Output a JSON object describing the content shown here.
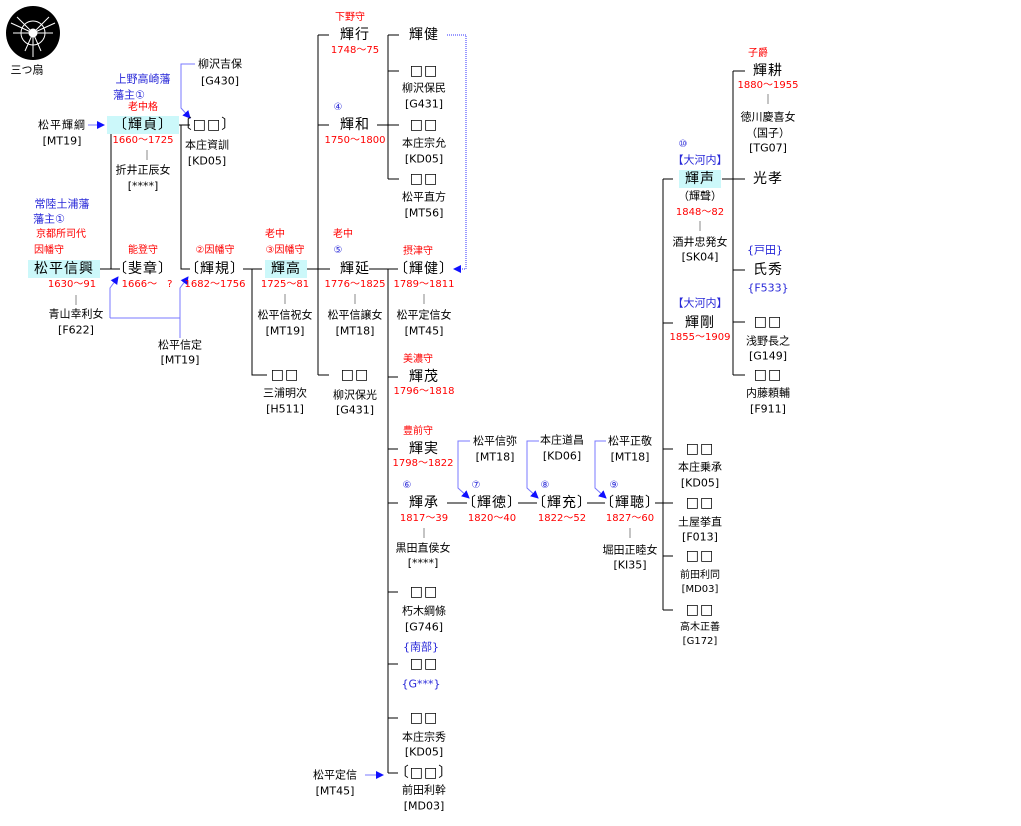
{
  "crest": {
    "icon": "mitsu-ougi-crest-icon",
    "label": "三つ扇"
  },
  "labels": {
    "a1n": "松平輝綱",
    "a1c": "[MT19]",
    "tsd_dom1": "上野高崎藩",
    "tsd_dom2": "藩主①",
    "tsd_t": "老中格",
    "tsd_n": "〔輝貞〕",
    "tsd_y": "1660～1725",
    "tsd_s": "折井正辰女",
    "tsd_c": "[****]",
    "sg_n": "〔□□〕",
    "sg_s": "本庄資訓",
    "sg_c": "[KD05]",
    "yy_n": "柳沢吉保",
    "yy_c": "[G430]",
    "nob_d1": "常陸土浦藩",
    "nob_d2": "藩主①",
    "nob_t1": "京都所司代",
    "nob_t2": "因幡守",
    "nob_n": "松平信興",
    "nob_y": "1630～91",
    "nob_s": "青山幸利女",
    "nob_c": "[F622]",
    "hs_t": "能登守",
    "hs_n": "〔斐章〕",
    "hs_y": "1666～　?",
    "tn_t": "②因幡守",
    "tn_n": "〔輝規〕",
    "tn_y": "1682～1756",
    "ns_n": "松平信定",
    "ns_c": "[MT19]",
    "tt_t1": "老中",
    "tt_t2": "③因幡守",
    "tt_n": "輝高",
    "tt_y": "1725～81",
    "tt_s": "松平信祝女",
    "tt_c": "[MT19]",
    "ma_n": "□□",
    "ma_s": "三浦明次",
    "ma_c": "[H511]",
    "ty_t": "下野守",
    "ty_n": "輝行",
    "ty_y": "1748～75",
    "tk_no": "④",
    "tk_n": "輝和",
    "tk_y": "1750～1800",
    "tnb_t1": "老中",
    "tnb_no": "⑤",
    "tnb_n": "輝延",
    "tnb_y": "1776～1825",
    "tnb_s": "松平信譲女",
    "tnb_c": "[MT18]",
    "ym_n": "□□",
    "ym_s": "柳沢保光",
    "ym_c": "[G431]",
    "tken_n": "輝健",
    "yt_n": "□□",
    "yt_s": "柳沢保民",
    "yt_c": "[G431]",
    "hm_n": "□□",
    "hm_s": "本庄宗允",
    "hm_c": "[KD05]",
    "mn_n": "□□",
    "mn_s": "松平直方",
    "mn_c": "[MT56]",
    "tk2_t": "摂津守",
    "tk2_n": "〔輝健〕",
    "tk2_y": "1789～1811",
    "tk2_s": "松平定信女",
    "tk2_c": "[MT45]",
    "tm_t": "美濃守",
    "tm_n": "輝茂",
    "tm_y": "1796～1818",
    "tz_t": "豊前守",
    "tz_n": "輝実",
    "tz_y": "1798～1822",
    "tj_no": "⑥",
    "tj_n": "輝承",
    "tj_y": "1817～39",
    "tj_s": "黒田直侯女",
    "tj_c": "[****]",
    "kk_n": "□□",
    "kk_s": "朽木綱條",
    "kk_c": "[G746]",
    "nb_b": "{南部}",
    "nb_n": "□□",
    "nb_c": "{G***}",
    "hs2_n": "□□",
    "hs2_s": "本庄宗秀",
    "hs2_c": "[KD05]",
    "mt_n": "〔□□〕",
    "mt_s": "前田利幹",
    "mt_c": "[MD03]",
    "sd_n": "松平定信",
    "sd_c": "[MT45]",
    "nm_n": "松平信弥",
    "nm_c": "[MT18]",
    "t7_no": "⑦",
    "t7_n": "〔輝徳〕",
    "t7_y": "1820～40",
    "dm_n": "本庄道昌",
    "dm_c": "[KD06]",
    "t8_no": "⑧",
    "t8_n": "〔輝充〕",
    "t8_y": "1822～52",
    "mk_n": "松平正敬",
    "mk_c": "[MT18]",
    "t9_no": "⑨",
    "t9_n": "〔輝聴〕",
    "t9_y": "1827～60",
    "t9_s": "堀田正睦女",
    "t9_c": "[KI35]",
    "t10_no": "⑩",
    "t10_b": "【大河内】",
    "t10_n": "輝声",
    "t10_alt": "（輝聲）",
    "t10_y": "1848～82",
    "t10_s": "酒井忠発女",
    "t10_c": "[SK04]",
    "tg_b": "【大河内】",
    "tg_n": "輝剛",
    "tg_y": "1855～1909",
    "hj_n": "□□",
    "hj_s": "本庄乗承",
    "hj_c": "[KD05]",
    "tc_n": "□□",
    "tc_s": "土屋挙直",
    "tc_c": "[F013]",
    "md_n": "□□",
    "md_s": "前田利同",
    "md_c": "[MD03]",
    "tki_n": "□□",
    "tki_s": "高木正善",
    "tki_c": "[G172]",
    "tko_t": "子爵",
    "tko_n": "輝耕",
    "tko_y": "1880～1955",
    "tko_s": "徳川慶喜女",
    "tko_s2": "（国子）",
    "tko_c": "[TG07]",
    "kk2_n": "光孝",
    "uh_b": "{戸田}",
    "uh_n": "氏秀",
    "uh_c": "{F533}",
    "an_n": "□□",
    "an_s": "浅野長之",
    "an_c": "[G149]",
    "nt_n": "□□",
    "nt_s": "内藤頼輔",
    "nt_c": "[F911]"
  },
  "colors": {
    "title_red": "#ff0000",
    "domain_blue": "#2828d8",
    "highlight": "#ccf8fa",
    "adoption_arrow": "#7878ff"
  }
}
